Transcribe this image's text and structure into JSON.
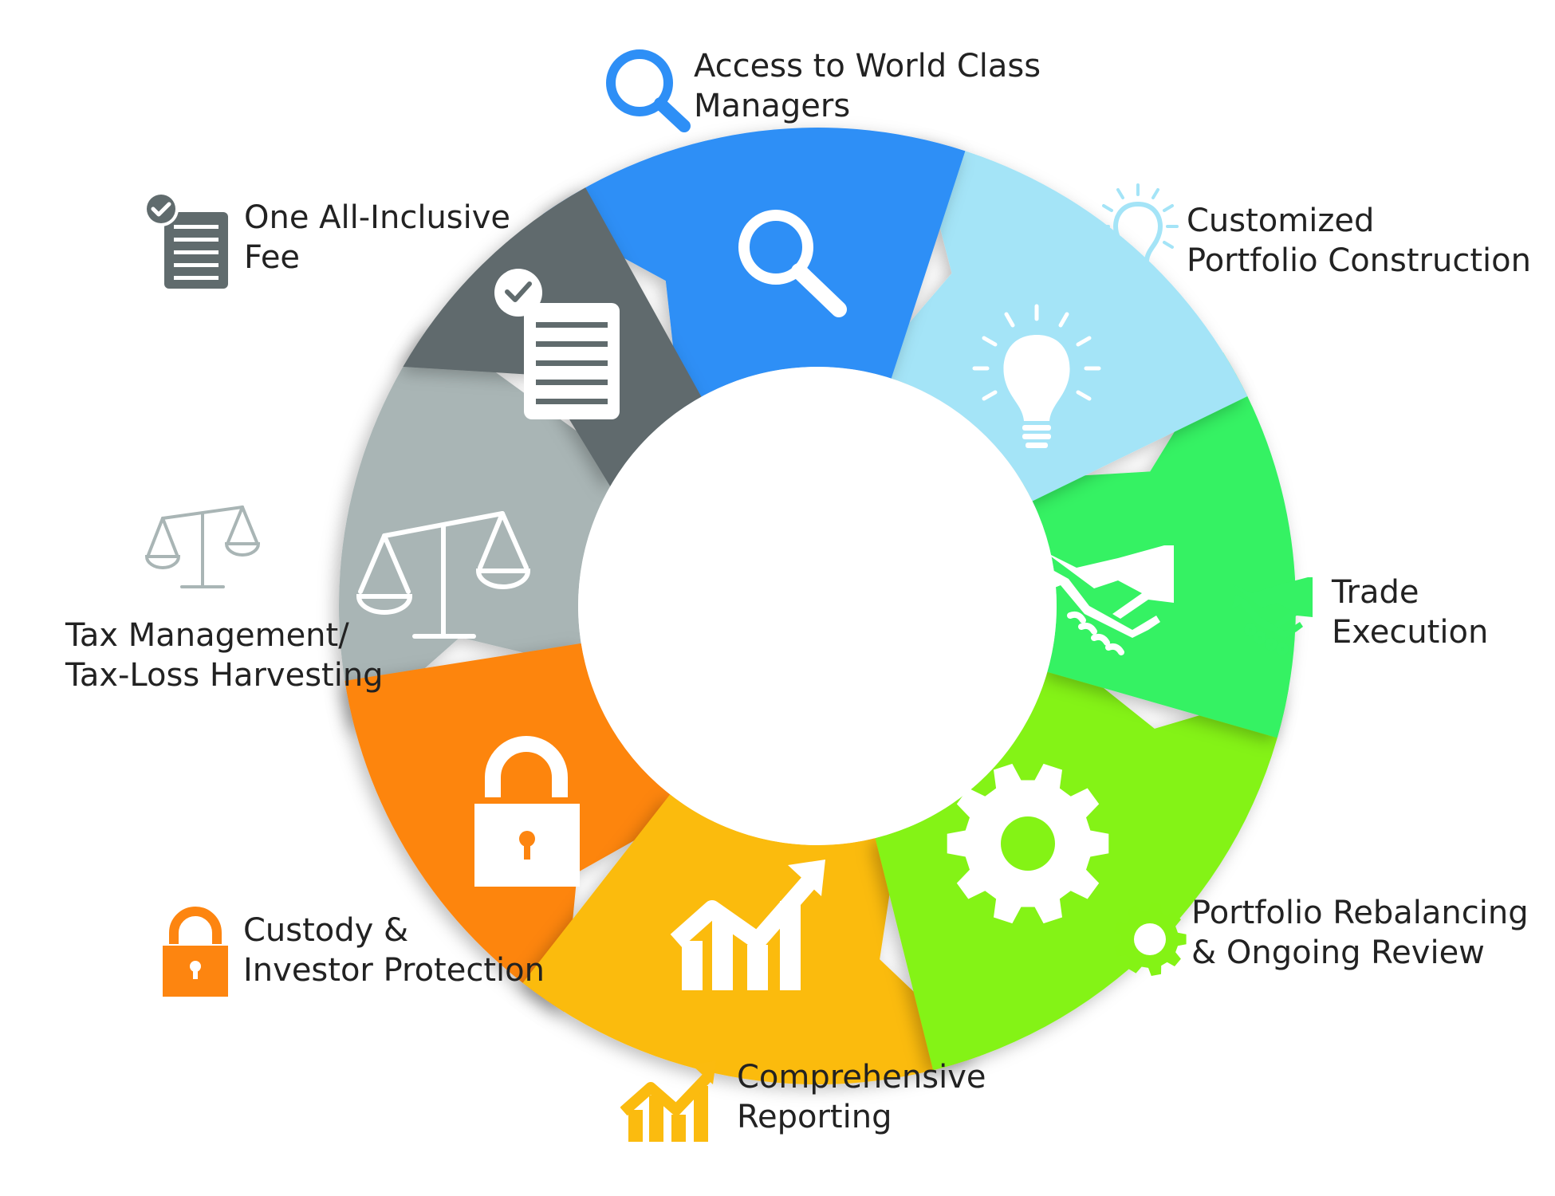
{
  "items": [
    {
      "key": "managers",
      "label_line1": "Access to World Class",
      "label_line2": "Managers",
      "icon": "magnifier-icon",
      "color": "#2e8ff6"
    },
    {
      "key": "portfolio",
      "label_line1": "Customized",
      "label_line2": "Portfolio Construction",
      "icon": "lightbulb-icon",
      "color": "#a4e4f7"
    },
    {
      "key": "trade",
      "label_line1": "Trade",
      "label_line2": "Execution",
      "icon": "handshake-icon",
      "color": "#35f264"
    },
    {
      "key": "rebalancing",
      "label_line1": "Portfolio Rebalancing",
      "label_line2": "& Ongoing Review",
      "icon": "gear-icon",
      "color": "#84f315"
    },
    {
      "key": "reporting",
      "label_line1": "Comprehensive",
      "label_line2": "Reporting",
      "icon": "growth-chart-icon",
      "color": "#fbbb0f"
    },
    {
      "key": "custody",
      "label_line1": "Custody &",
      "label_line2": "Investor Protection",
      "icon": "padlock-icon",
      "color": "#fd8510"
    },
    {
      "key": "tax",
      "label_line1": "Tax Management/",
      "label_line2": "Tax-Loss Harvesting",
      "icon": "scales-icon",
      "color": "#a9b5b5"
    },
    {
      "key": "fee",
      "label_line1": "One All-Inclusive",
      "label_line2": "Fee",
      "icon": "checklist-icon",
      "color": "#606b6d"
    }
  ]
}
